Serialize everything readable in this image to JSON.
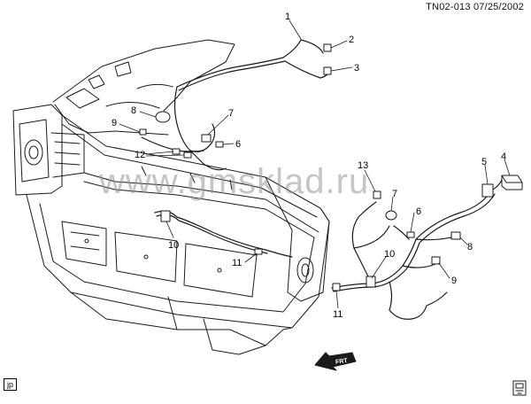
{
  "header": {
    "drawing_id": "TN02-013  07/25/2002"
  },
  "watermark": "www.gmsklad.ru",
  "callouts": [
    "1",
    "2",
    "3",
    "4",
    "5",
    "6",
    "6",
    "7",
    "7",
    "8",
    "8",
    "9",
    "9",
    "10",
    "10",
    "11",
    "11",
    "12",
    "13"
  ],
  "direction_arrow": {
    "label": "FRT"
  },
  "corner_code": "jp",
  "colors": {
    "line": "#1a1a1a",
    "paper": "#ffffff",
    "watermark": "#969696"
  }
}
